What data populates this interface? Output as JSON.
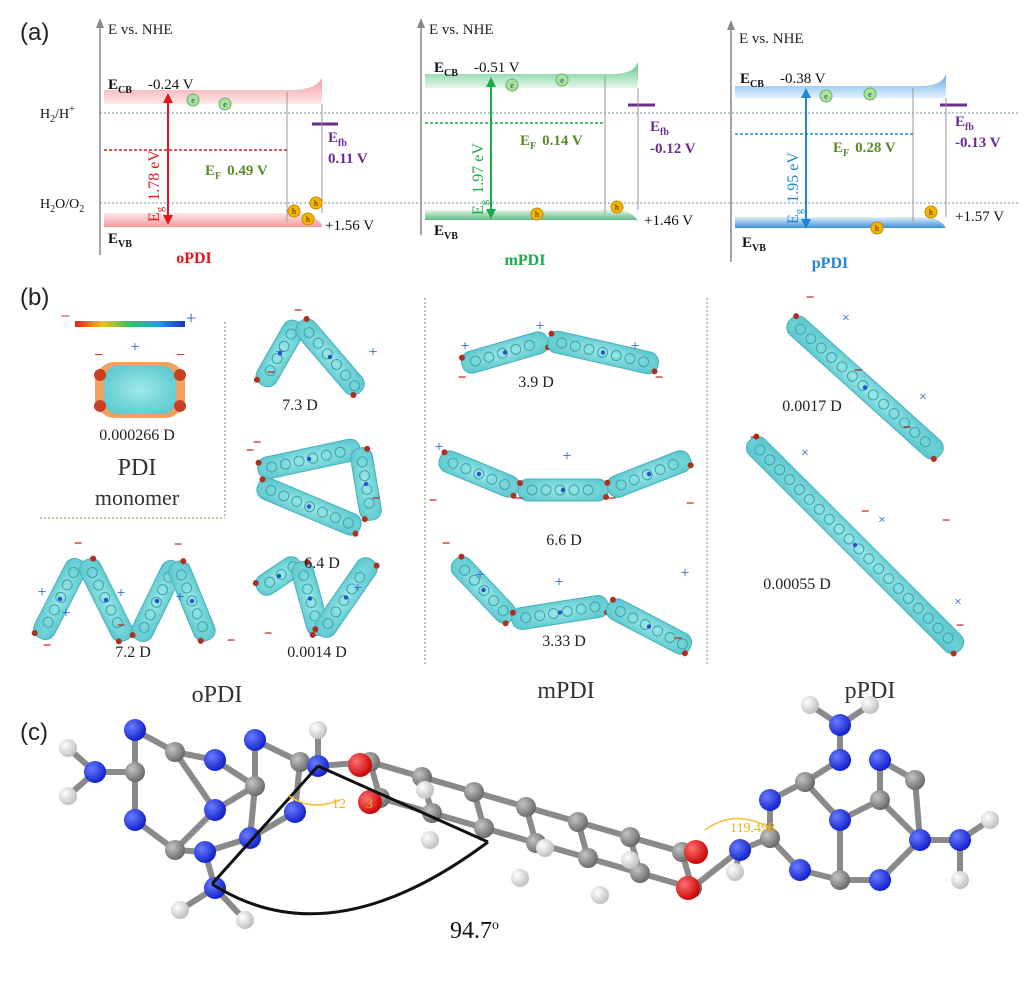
{
  "panel_labels": {
    "a": "(a)",
    "b": "(b)",
    "c": "(c)"
  },
  "band_diagram": {
    "axis_label": "E vs. NHE",
    "h2_label_main": "H",
    "h2_label_sub": "2",
    "h2_label_rest": "/H",
    "h2_label_sup": "+",
    "o2_label_a": "H",
    "o2_label_a_sub": "2",
    "o2_label_b": "O/O",
    "o2_label_b_sub": "2",
    "cb_symbol": "E",
    "cb_sub": "CB",
    "vb_symbol": "E",
    "vb_sub": "VB",
    "eg_symbol": "E",
    "eg_sub": "g",
    "ef_symbol": "E",
    "ef_sub": "F",
    "efb_symbol": "E",
    "efb_sub": "fb",
    "electron_symbol": "e",
    "hole_symbol": "h",
    "panels": [
      {
        "name": "oPDI",
        "color": "#e8141c",
        "cb": "-0.24 V",
        "vb": "+1.56 V",
        "eg": "1.78 eV",
        "ef": "0.49 V",
        "efb": "0.11 V"
      },
      {
        "name": "mPDI",
        "color": "#1aab4a",
        "cb": "-0.51 V",
        "vb": "+1.46 V",
        "eg": "1.97 eV",
        "ef": "0.14 V",
        "efb": "-0.12 V"
      },
      {
        "name": "pPDI",
        "color": "#1e88d6",
        "cb": "-0.38 V",
        "vb": "+1.57 V",
        "eg": "1.95 eV",
        "ef": "0.28 V",
        "efb": "-0.13 V"
      }
    ],
    "colors": {
      "ef_text": "#5a8a28",
      "efb": "#6a2c91",
      "grid": "#6f8fa6",
      "cb_red": "#f3b6b9",
      "cb_green": "#8fd6a8",
      "cb_blue": "#8ec6ef"
    }
  },
  "dipoles": {
    "monomer_value": "0.000266 D",
    "monomer_title": "PDI",
    "monomer_subtitle": "monomer",
    "plus": "+",
    "minus": "−",
    "cross": "×",
    "oPDI": [
      "7.3 D",
      "6.4 D",
      "7.2 D",
      "0.0014 D"
    ],
    "mPDI": [
      "3.9  D",
      "6.6  D",
      "3.33 D"
    ],
    "pPDI": [
      "0.0017 D",
      "0.00055 D"
    ],
    "group_labels": [
      "oPDI",
      "mPDI",
      "pPDI"
    ]
  },
  "structure": {
    "angle_main": "94.7",
    "angle_main_sup": "o",
    "angle_left": "12",
    "angle_left_tail": "3",
    "angle_right": "119.498",
    "colors": {
      "N": "#1628e0",
      "C": "#808080",
      "O": "#e01010",
      "H": "#f2f2f2"
    }
  }
}
